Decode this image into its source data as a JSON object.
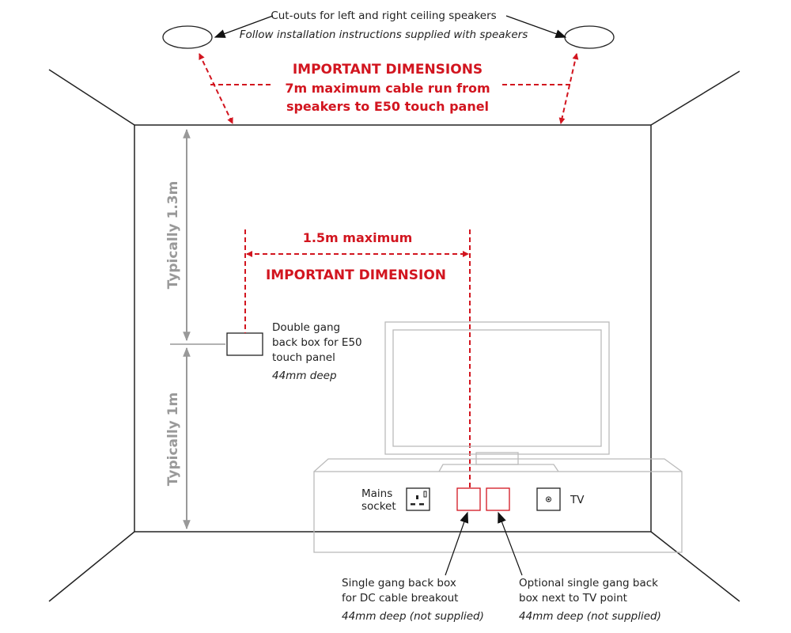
{
  "speakers": {
    "label": "Cut-outs for left and right ceiling speakers",
    "note": "Follow installation instructions supplied with speakers"
  },
  "cable_run": {
    "title": "IMPORTANT DIMENSIONS",
    "line1": "7m maximum cable run from",
    "line2": "speakers to E50 touch panel"
  },
  "panel_distance": {
    "value": "1.5m maximum",
    "title": "IMPORTANT DIMENSION"
  },
  "heights": {
    "upper": "Typically 1.3m",
    "lower": "Typically 1m"
  },
  "back_box": {
    "line1": "Double gang",
    "line2": "back box for E50",
    "line3": "touch panel",
    "depth": "44mm deep"
  },
  "mains": {
    "line1": "Mains",
    "line2": "socket"
  },
  "tv_point": {
    "label": "TV"
  },
  "dc_box": {
    "line1": "Single gang back box",
    "line2": "for DC cable breakout",
    "depth": "44mm deep (not supplied)"
  },
  "optional_box": {
    "line1": "Optional single gang back",
    "line2": "box next to TV point",
    "depth": "44mm deep (not supplied)"
  },
  "colors": {
    "accent": "#d2151f",
    "dimension": "#999999"
  }
}
